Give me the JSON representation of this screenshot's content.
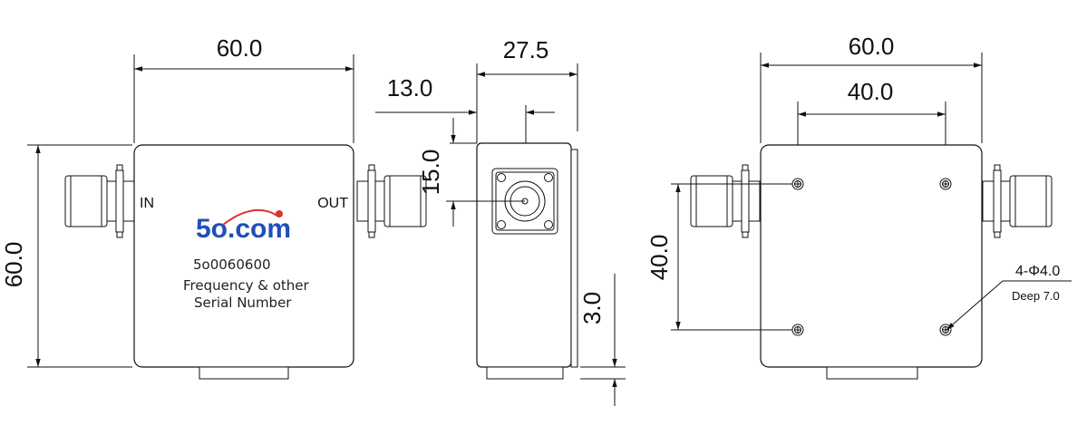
{
  "dimensions": {
    "front_width": "60.0",
    "front_height": "60.0",
    "side_width": "27.5",
    "side_offset": "13.0",
    "side_connector_height": "15.0",
    "side_bottom": "3.0",
    "back_width": "60.0",
    "back_hole_spacing_h": "40.0",
    "back_hole_spacing_v": "40.0"
  },
  "front": {
    "port_in": "IN",
    "port_out": "OUT",
    "logo_main": "5o",
    "logo_suffix": ".com",
    "serial": "5o0060600",
    "note_line1": "Frequency & other",
    "note_line2": "Serial Number"
  },
  "back": {
    "hole_callout": "4-Φ4.0",
    "hole_depth": "Deep 7.0"
  },
  "colors": {
    "logo_blue": "#1f4fb8",
    "logo_dot": "#e03030",
    "line": "#111111"
  }
}
